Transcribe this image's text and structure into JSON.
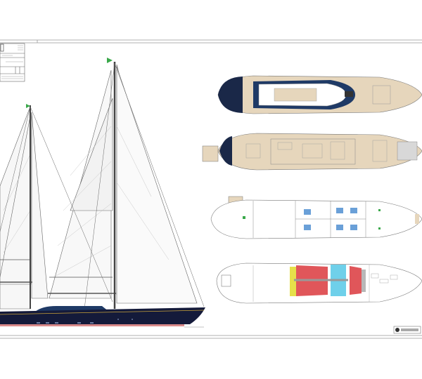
{
  "drawing": {
    "type": "general-arrangement",
    "views": [
      "sail-plan-profile",
      "sun-deck-plan",
      "main-deck-plan",
      "lower-deck-plan",
      "tank-deck-plan"
    ],
    "colors": {
      "hull": "#141a3a",
      "boot_stripe": "#c9a23a",
      "antifouling": "#d98a8a",
      "teak_deck": "#e6d6bc",
      "superstructure": "#1f3a66",
      "tank_red": "#e0565a",
      "tank_blue": "#6fd0ea",
      "tank_yellow": "#e6e04a",
      "tank_grey": "#b8b8b8",
      "flag_green": "#3aa84a",
      "line": "#555555"
    }
  }
}
